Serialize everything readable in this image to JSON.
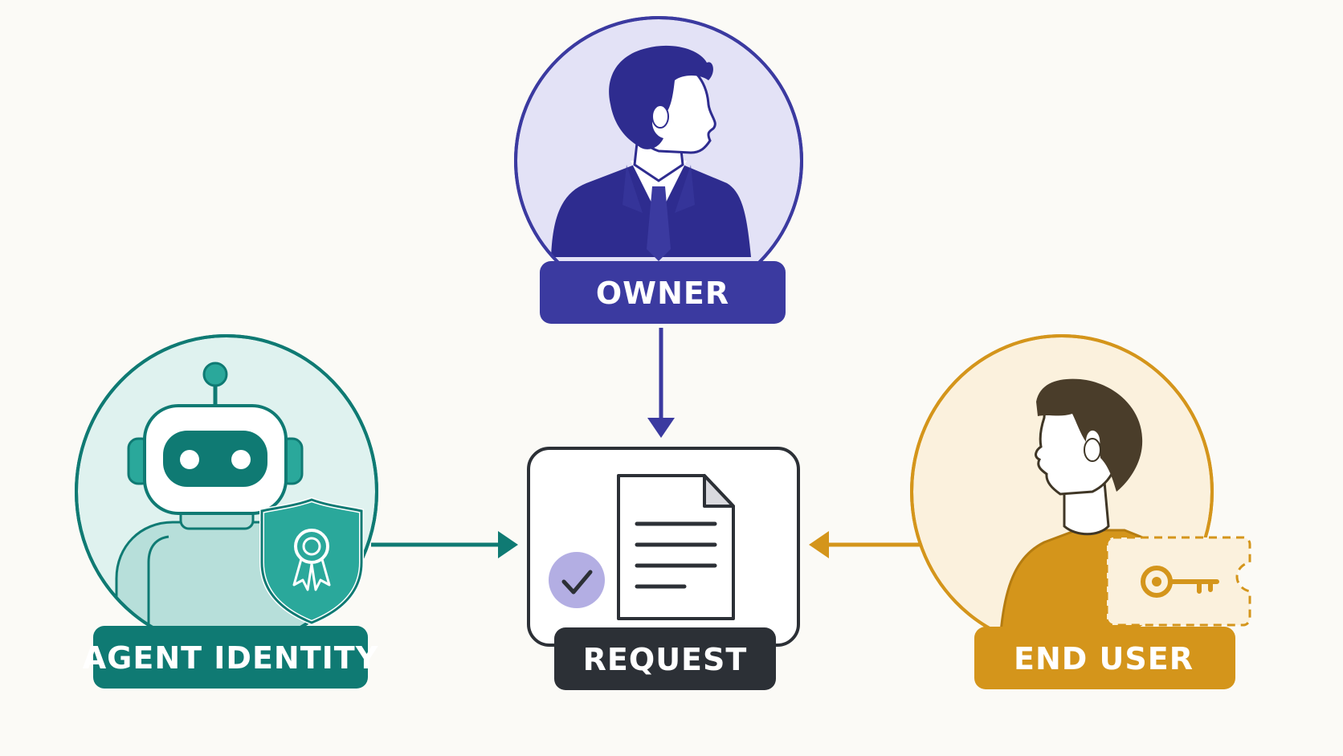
{
  "nodes": {
    "owner": {
      "label": "OWNER"
    },
    "agent": {
      "label": "AGENT IDENTITY"
    },
    "request": {
      "label": "REQUEST"
    },
    "end_user": {
      "label": "END USER"
    }
  },
  "colors": {
    "owner": "#3b3aa0",
    "owner_fill": "#e3e2f6",
    "agent": "#0f7a73",
    "agent_fill": "#dff2ef",
    "request": "#2c3036",
    "end_user": "#d4951b",
    "end_user_fill": "#fbf1dd",
    "check_fill": "#b3aee3",
    "background": "#fbfaf6"
  },
  "icons": {
    "owner": "businessman-icon",
    "agent": "robot-icon",
    "agent_badge": "shield-award-icon",
    "request": "document-icon",
    "request_status": "checkmark-icon",
    "end_user": "person-icon",
    "end_user_badge": "key-ticket-icon"
  }
}
